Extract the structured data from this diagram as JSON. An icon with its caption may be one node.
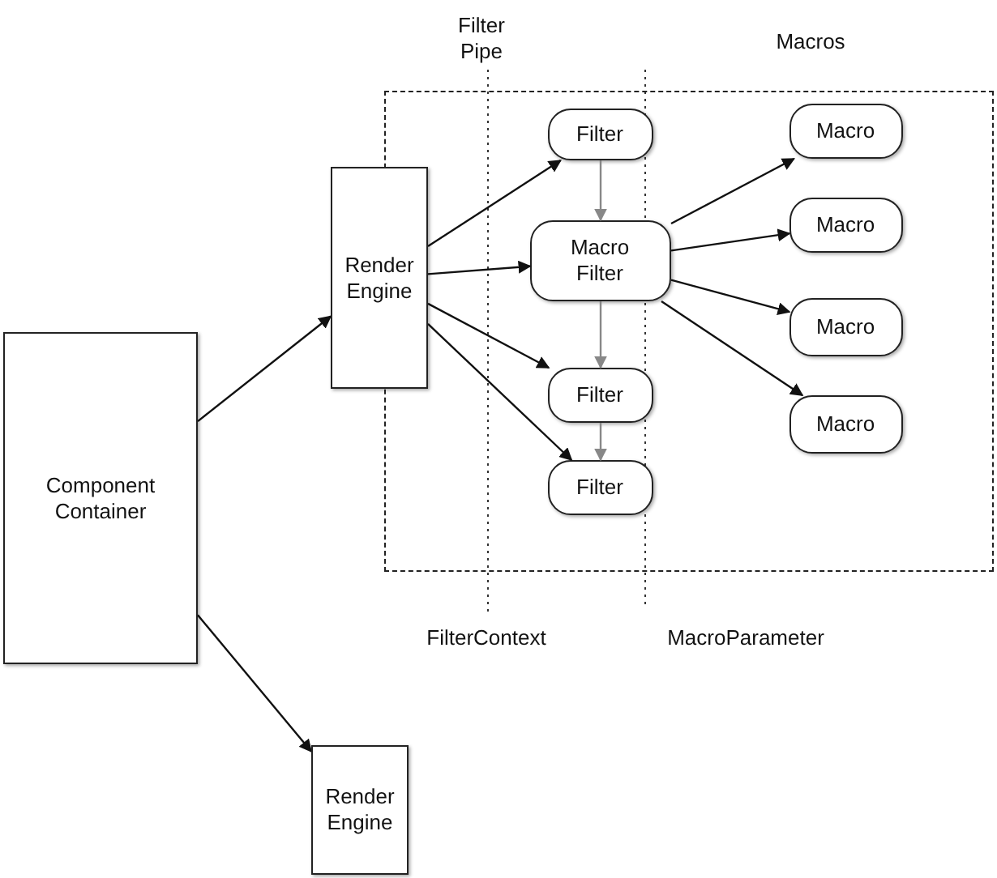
{
  "diagram": {
    "nodes": [
      {
        "text": [
          "Component Container"
        ]
      },
      {
        "text": [
          "Render Engine"
        ]
      },
      {
        "text": [],
        "shape": "box"
      },
      {
        "text": [
          "Filter"
        ],
        "in": 2
      },
      {
        "text": [
          "Macro Filter"
        ],
        "in": 2
      },
      {
        "text": [
          "Filter"
        ],
        "in": 2
      },
      {
        "text": [
          "Filter"
        ],
        "in": 2
      },
      {
        "text": [
          "Macro"
        ],
        "in": 2
      },
      {
        "text": [
          "Macro"
        ],
        "in": 2
      },
      {
        "text": [
          "Macro"
        ],
        "in": 2
      },
      {
        "text": [
          "Macro"
        ],
        "in": 2
      },
      {
        "text": [
          "Render Engine"
        ]
      }
    ],
    "edges": [
      {
        "from": 0,
        "to": 1,
        "arrow": "to"
      },
      {
        "from": 0,
        "to": 11,
        "arrow": "to"
      },
      {
        "from": 1,
        "to": 3,
        "arrow": "to"
      },
      {
        "from": 1,
        "to": 4,
        "arrow": "to"
      },
      {
        "from": 1,
        "to": 5,
        "arrow": "to"
      },
      {
        "from": 1,
        "to": 6,
        "arrow": "to"
      },
      {
        "from": 3,
        "to": 4,
        "arrow": "to",
        "color": "#888888"
      },
      {
        "from": 4,
        "to": 5,
        "arrow": "to",
        "color": "#888888"
      },
      {
        "from": 5,
        "to": 6,
        "arrow": "to",
        "color": "#888888"
      },
      {
        "from": 4,
        "to": 7,
        "arrow": "to"
      },
      {
        "from": 4,
        "to": 8,
        "arrow": "to"
      },
      {
        "from": 4,
        "to": 9,
        "arrow": "to"
      },
      {
        "from": 4,
        "to": 10,
        "arrow": "to"
      }
    ],
    "labels": [
      "Filter Pipe",
      "Macros",
      "FilterContext",
      "MacroParameter"
    ]
  }
}
